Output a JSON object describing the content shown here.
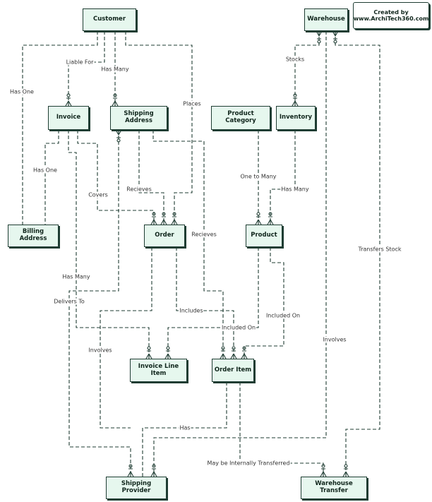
{
  "credit": {
    "line1": "Created by",
    "line2": "www.ArchiTech360.com"
  },
  "entities": {
    "customer": "Customer",
    "warehouse": "Warehouse",
    "invoice": "Invoice",
    "shipping_address": "Shipping Address",
    "product_category": "Product Category",
    "inventory": "Inventory",
    "billing_address": "Billing Address",
    "order": "Order",
    "product": "Product",
    "invoice_line_item": "Invoice Line Item",
    "order_item": "Order Item",
    "shipping_provider": "Shipping Provider",
    "warehouse_transfer": "Warehouse Transfer"
  },
  "relationships": {
    "has_one_1": "Has One",
    "liable_for": "Liable For",
    "has_many_1": "Has Many",
    "places": "Places",
    "stocks": "Stocks",
    "has_one_2": "Has One",
    "covers": "Covers",
    "recieves_1": "Recieves",
    "one_to_many": "One to Many",
    "has_many_2": "Has Many",
    "recieves_2": "Recieves",
    "transfers_stock": "Transfers Stock",
    "has_many_3": "Has Many",
    "delivers_to": "Delivers To",
    "includes": "Includes",
    "included_on_1": "Included On",
    "included_on_2": "Included On",
    "involves_1": "Involves",
    "involves_2": "Involves",
    "has": "Has",
    "may_be_transferred": "May be Internally Transferred"
  }
}
